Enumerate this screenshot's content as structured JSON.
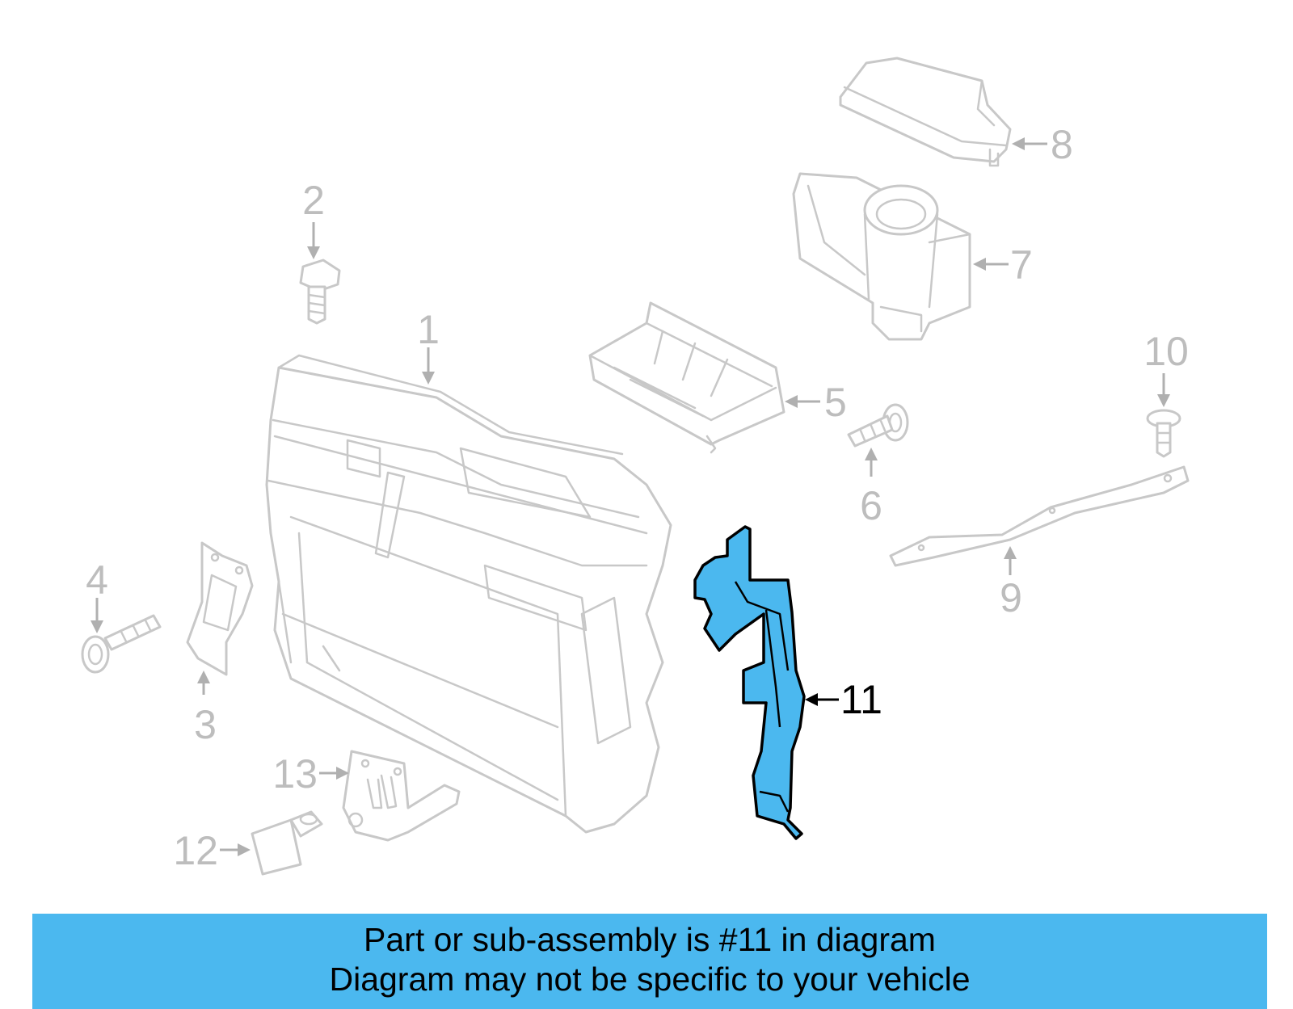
{
  "diagram": {
    "highlight_color": "#4bb8ef",
    "highlighted_part": "11",
    "callouts": [
      {
        "id": "1",
        "label": "1"
      },
      {
        "id": "2",
        "label": "2"
      },
      {
        "id": "3",
        "label": "3"
      },
      {
        "id": "4",
        "label": "4"
      },
      {
        "id": "5",
        "label": "5"
      },
      {
        "id": "6",
        "label": "6"
      },
      {
        "id": "7",
        "label": "7"
      },
      {
        "id": "8",
        "label": "8"
      },
      {
        "id": "9",
        "label": "9"
      },
      {
        "id": "10",
        "label": "10"
      },
      {
        "id": "11",
        "label": "11"
      },
      {
        "id": "12",
        "label": "12"
      },
      {
        "id": "13",
        "label": "13"
      }
    ]
  },
  "banner": {
    "line1": "Part or sub-assembly is #11 in diagram",
    "line2": "Diagram may not be specific to your vehicle",
    "color": "#4bb8ef"
  }
}
